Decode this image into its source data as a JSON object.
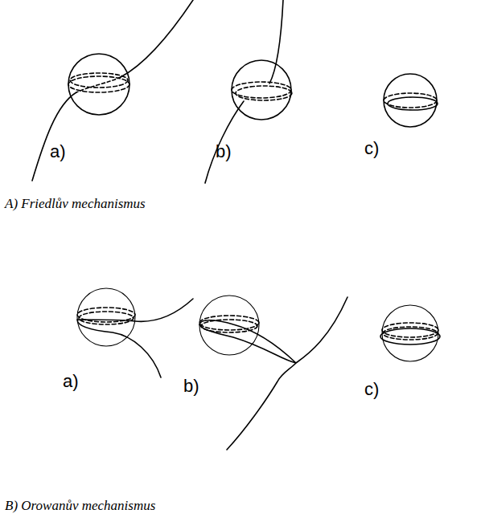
{
  "diagram": {
    "labels": [
      "a)",
      "b)",
      "c)",
      "A) Friedlův mechanismus",
      "a)",
      "b)",
      "c)",
      "B) Orowanův mechanismus"
    ]
  }
}
